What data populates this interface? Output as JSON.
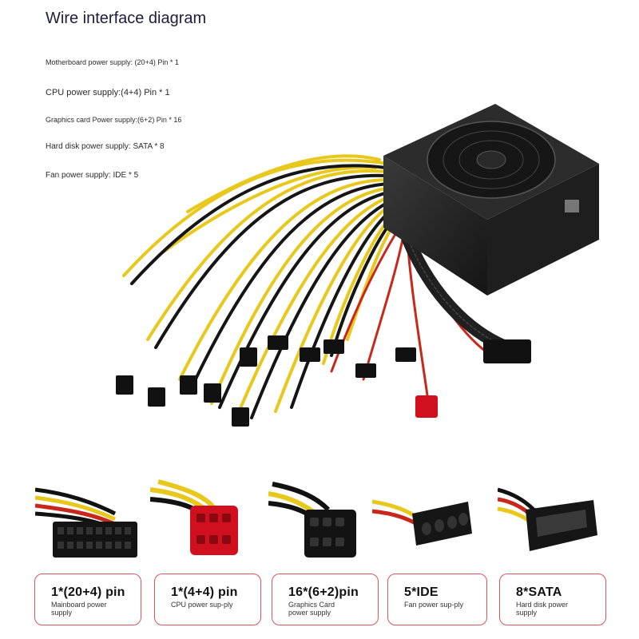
{
  "title": "Wire interface diagram",
  "specs": [
    "Motherboard power supply: (20+4) Pin * 1",
    "CPU power supply:(4+4) Pin * 1",
    "Graphics card Power supply:(6+2) Pin * 16",
    "Hard disk power supply: SATA * 8",
    "Fan power supply: IDE * 5"
  ],
  "cards": [
    {
      "title": "1*(20+4)  pin",
      "sub": "Mainboard power supply"
    },
    {
      "title": "1*(4+4)  pin",
      "sub": "CPU power sup-ply"
    },
    {
      "title": "16*(6+2)pin",
      "sub": "Graphics Card power supply"
    },
    {
      "title": "5*IDE",
      "sub": "Fan power sup-ply"
    },
    {
      "title": "8*SATA",
      "sub": "Hard disk power supply"
    }
  ],
  "colors": {
    "card_border": "#d9555f",
    "wire_yellow": "#e8c81c",
    "wire_black": "#151515",
    "wire_red": "#c8281c",
    "cpu_connector_red": "#d0101e"
  },
  "icons": [
    "power-supply-unit",
    "fan-grille",
    "24-pin-connector",
    "8-pin-cpu-connector",
    "8-pin-pcie-connector",
    "molex-ide-connector",
    "sata-connector"
  ]
}
